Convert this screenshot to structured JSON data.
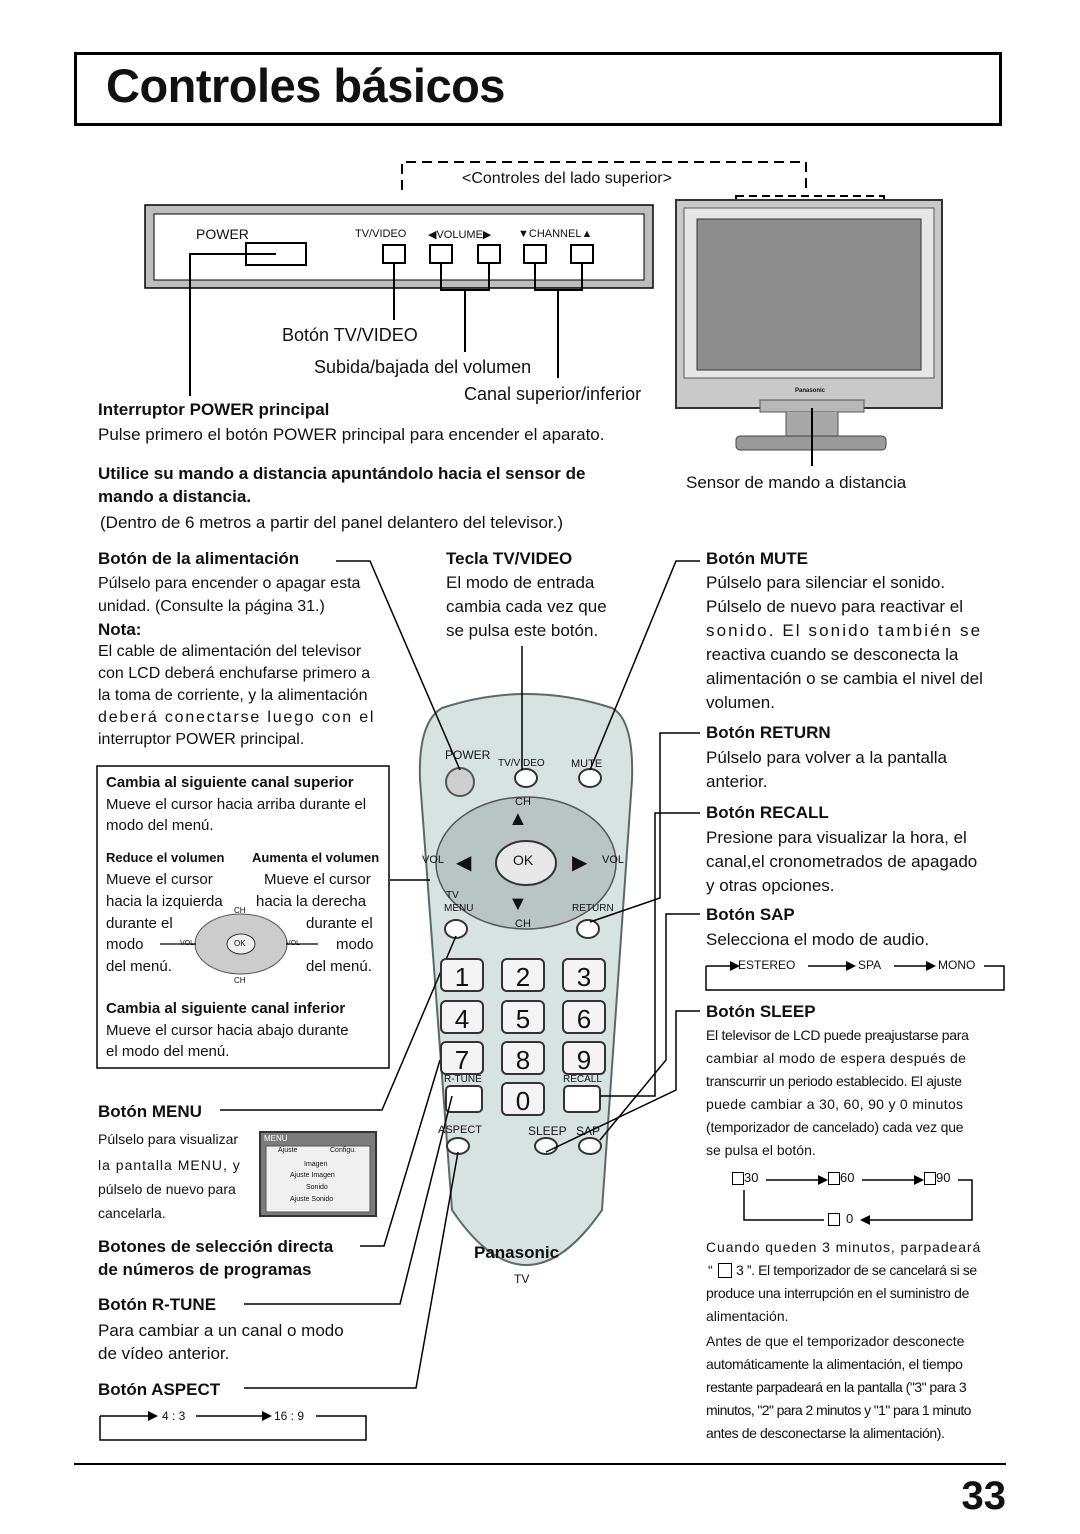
{
  "title": "Controles básicos",
  "top_controls": {
    "header": "<Controles del lado superior>",
    "power": "POWER",
    "tv_video": "TV/VIDEO",
    "volume": "◀VOLUME▶",
    "channel": "▼CHANNEL▲",
    "label_tv_video": "Botón TV/VIDEO",
    "label_volume": "Subida/bajada del volumen",
    "label_channel": "Canal superior/inferior",
    "tv_brand": "Panasonic",
    "sensor_label": "Sensor de mando a distancia"
  },
  "power_main": {
    "heading": "Interruptor POWER principal",
    "text": "Pulse primero el botón POWER principal para encender el aparato."
  },
  "remote_use": {
    "heading_line1": "Utilice su mando a distancia apuntándolo hacia el sensor de",
    "heading_line2": "mando a distancia.",
    "text": "(Dentro de 6 metros a partir del panel delantero del televisor.)"
  },
  "left": {
    "power_btn": {
      "heading": "Botón de la alimentación",
      "line1": "Púlselo para encender o apagar esta",
      "line2": "unidad. (Consulte la página 31.)",
      "note_heading": "Nota:",
      "note1": "El cable de alimentación del televisor",
      "note2": "con LCD deberá enchufarse primero a",
      "note3": "la toma de corriente, y la alimentación",
      "note4": "deberá conectarse luego con el",
      "note5": "interruptor POWER principal."
    },
    "box": {
      "ch_up_heading": "Cambia al siguiente canal superior",
      "ch_up1": "Mueve el cursor hacia arriba durante el",
      "ch_up2": "modo del menú.",
      "vol_down_heading": "Reduce el volumen",
      "vol_down1": "Mueve el cursor",
      "vol_down2": "hacia la izquierda",
      "vol_down3": "durante el",
      "vol_down4": "modo",
      "vol_down5": "del menú.",
      "vol_up_heading": "Aumenta el volumen",
      "vol_up1": "Mueve el cursor",
      "vol_up2": "hacia la derecha",
      "vol_up3": "durante el",
      "vol_up4": "modo",
      "vol_up5": "del menú.",
      "ch_down_heading": "Cambia al siguiente canal inferior",
      "ch_down1": "Mueve el cursor hacia abajo durante",
      "ch_down2": "el modo del menú.",
      "pad_ch": "CH",
      "pad_vol": "VOL",
      "pad_ok": "OK"
    },
    "menu": {
      "heading": "Botón MENU",
      "l1": "Púlselo para visualizar",
      "l2": "la pantalla MENU, y",
      "l3": "púlselo de nuevo para",
      "l4": "cancelarla.",
      "screen_title": "MENU",
      "tab1": "Ajuste",
      "tab2": "Configu.",
      "item1": "Imagen",
      "item2": "Ajuste Imagen",
      "item3": "Sonido",
      "item4": "Ajuste Sonido"
    },
    "direct": {
      "line1": "Botones de selección directa",
      "line2": "de números de programas"
    },
    "rtune": {
      "heading": "Botón R-TUNE",
      "l1": "Para cambiar a un canal o modo",
      "l2": "de vídeo anterior."
    },
    "aspect": {
      "heading": "Botón ASPECT",
      "opt1": "4 : 3",
      "opt2": "16 : 9"
    }
  },
  "middle": {
    "heading": "Tecla TV/VIDEO",
    "l1": "El modo de entrada",
    "l2": "cambia cada vez que",
    "l3": "se pulsa este botón."
  },
  "remote": {
    "power": "POWER",
    "tv_video": "TV/VIDEO",
    "mute": "MUTE",
    "ch": "CH",
    "vol": "VOL",
    "ok": "OK",
    "tv": "TV",
    "menu": "MENU",
    "return": "RETURN",
    "keys": [
      "1",
      "2",
      "3",
      "4",
      "5",
      "6",
      "7",
      "8",
      "9",
      "0"
    ],
    "rtune": "R-TUNE",
    "recall": "RECALL",
    "aspect": "ASPECT",
    "sleep": "SLEEP",
    "sap": "SAP",
    "brand": "Panasonic",
    "model": "TV"
  },
  "right": {
    "mute": {
      "heading": "Botón MUTE",
      "l1": "Púlselo para silenciar el sonido.",
      "l2": "Púlselo de nuevo para reactivar el",
      "l3": "sonido. El sonido también se",
      "l4": "reactiva cuando se desconecta la",
      "l5": "alimentación o se cambia el nivel del",
      "l6": "volumen."
    },
    "return": {
      "heading": "Botón RETURN",
      "l1": "Púlselo para volver a la pantalla",
      "l2": "anterior."
    },
    "recall": {
      "heading": "Botón RECALL",
      "l1": "Presione para visualizar la hora, el",
      "l2": "canal,el cronometrados de apagado",
      "l3": "y otras opciones."
    },
    "sap": {
      "heading": "Botón SAP",
      "l1": "Selecciona el modo de audio.",
      "opt1": "ESTEREO",
      "opt2": "SPA",
      "opt3": "MONO"
    },
    "sleep": {
      "heading": "Botón SLEEP",
      "l1": "El televisor de LCD puede preajustarse para",
      "l2": "cambiar al modo de espera después de",
      "l3": "transcurrir un periodo establecido. El ajuste",
      "l4": "puede cambiar a 30, 60, 90 y 0 minutos",
      "l5": "(temporizador de cancelado) cada vez que",
      "l6": "se pulsa el botón.",
      "t30": "30",
      "t60": "60",
      "t90": "90",
      "t0": "0",
      "p1": "Cuando queden 3 minutos, parpadeará",
      "p2a": "“",
      "p2b": "3 ”. El temporizador de se cancelará si se",
      "p3": "produce una interrupción en el suministro de",
      "p4": "alimentación.",
      "p5": "Antes de que el temporizador desconecte",
      "p6": "automáticamente la alimentación, el tiempo",
      "p7": "restante parpadeará en la pantalla (\"3\" para 3",
      "p8": "minutos, \"2\" para 2 minutos y \"1\" para 1 minuto",
      "p9": "antes de desconectarse la alimentación)."
    }
  },
  "page_number": "33"
}
